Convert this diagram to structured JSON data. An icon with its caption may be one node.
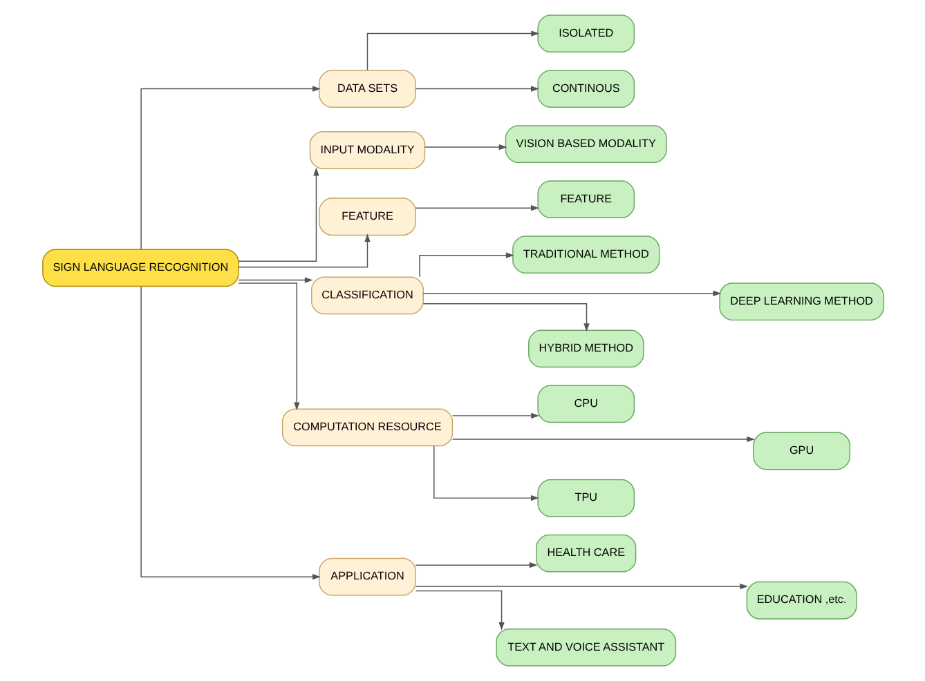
{
  "diagram": {
    "nodes": [
      {
        "text": [
          "SIGN LANGUAGE RECOGNITION"
        ]
      },
      {
        "text": [
          "DATA SETS"
        ]
      },
      {
        "text": [
          "INPUT MODALITY"
        ]
      },
      {
        "text": [
          "FEATURE"
        ]
      },
      {
        "text": [
          "CLASSIFICATION"
        ]
      },
      {
        "text": [
          "COMPUTATION RESOURCE"
        ]
      },
      {
        "text": [
          "APPLICATION"
        ]
      },
      {
        "text": [
          "ISOLATED"
        ]
      },
      {
        "text": [
          "CONTINOUS"
        ]
      },
      {
        "text": [
          "VISION BASED MODALITY"
        ]
      },
      {
        "text": [
          "FEATURE"
        ]
      },
      {
        "text": [
          "TRADITIONAL METHOD"
        ]
      },
      {
        "text": [
          "DEEP LEARNING METHOD"
        ]
      },
      {
        "text": [
          "HYBRID METHOD"
        ]
      },
      {
        "text": [
          "CPU"
        ]
      },
      {
        "text": [
          "GPU"
        ]
      },
      {
        "text": [
          "TPU"
        ]
      },
      {
        "text": [
          "HEALTH CARE"
        ]
      },
      {
        "text": [
          "EDUCATION ,etc."
        ]
      },
      {
        "text": [
          "TEXT AND VOICE ASSISTANT"
        ]
      }
    ],
    "edges": [
      {
        "from": 0,
        "to": 1,
        "arrow": "to"
      },
      {
        "from": 0,
        "to": 2,
        "arrow": "to"
      },
      {
        "from": 0,
        "to": 3,
        "arrow": "to"
      },
      {
        "from": 0,
        "to": 4,
        "arrow": "to"
      },
      {
        "from": 0,
        "to": 5,
        "arrow": "to"
      },
      {
        "from": 0,
        "to": 6,
        "arrow": "to"
      },
      {
        "from": 1,
        "to": 7,
        "arrow": "to"
      },
      {
        "from": 1,
        "to": 8,
        "arrow": "to"
      },
      {
        "from": 2,
        "to": 9,
        "arrow": "to"
      },
      {
        "from": 3,
        "to": 10,
        "arrow": "to"
      },
      {
        "from": 4,
        "to": 11,
        "arrow": "to"
      },
      {
        "from": 4,
        "to": 12,
        "arrow": "to"
      },
      {
        "from": 4,
        "to": 13,
        "arrow": "to"
      },
      {
        "from": 5,
        "to": 14,
        "arrow": "to"
      },
      {
        "from": 5,
        "to": 15,
        "arrow": "to"
      },
      {
        "from": 5,
        "to": 16,
        "arrow": "to"
      },
      {
        "from": 6,
        "to": 17,
        "arrow": "to"
      },
      {
        "from": 6,
        "to": 18,
        "arrow": "to"
      },
      {
        "from": 6,
        "to": 19,
        "arrow": "to"
      }
    ]
  }
}
